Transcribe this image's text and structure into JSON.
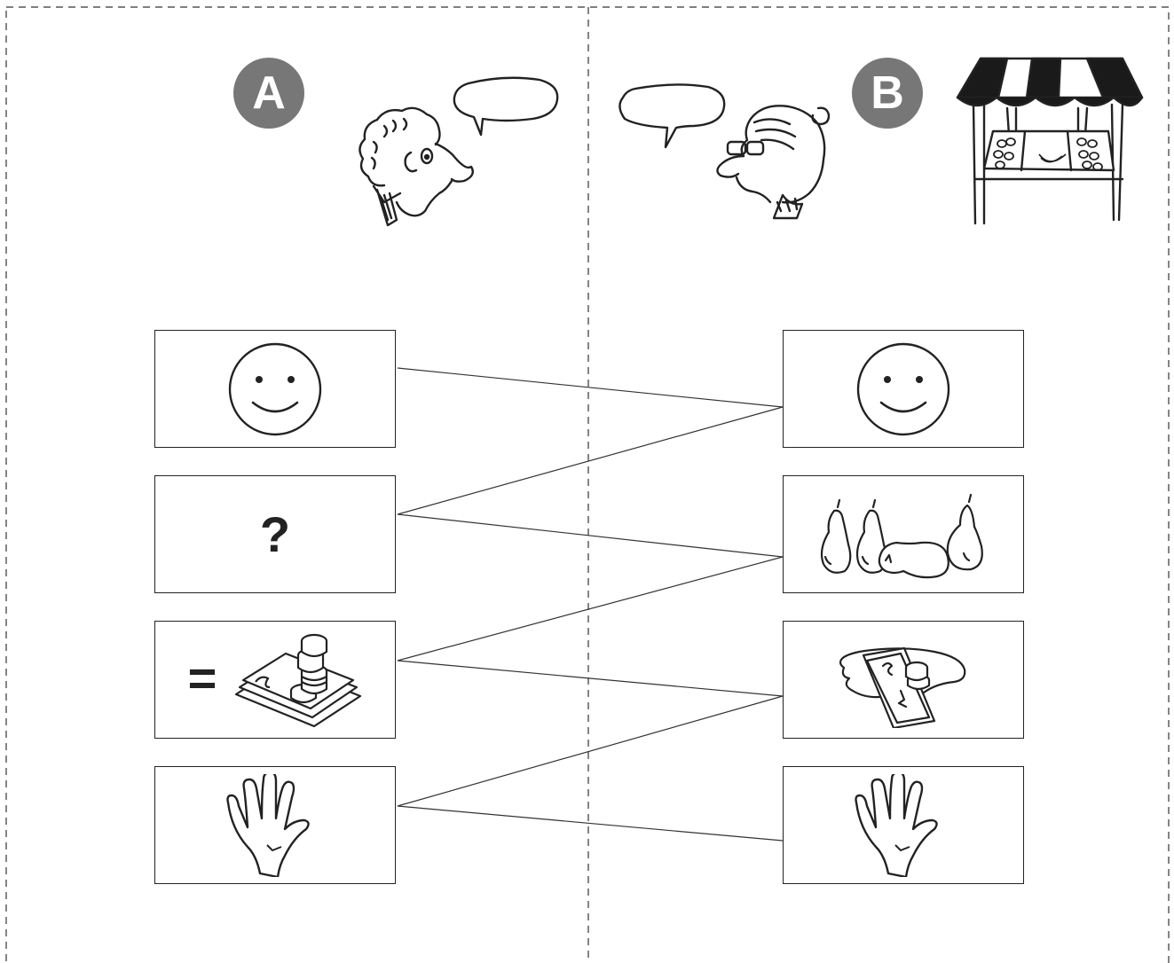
{
  "badges": {
    "a": "A",
    "b": "B"
  },
  "column_a": {
    "cards": [
      {
        "icon": "smiley-icon"
      },
      {
        "icon": "question-mark",
        "text": "?"
      },
      {
        "icon": "money-icon",
        "text": "="
      },
      {
        "icon": "hand-icon"
      }
    ]
  },
  "column_b": {
    "cards": [
      {
        "icon": "smiley-icon"
      },
      {
        "icon": "pears-icon"
      },
      {
        "icon": "payment-hand-icon"
      },
      {
        "icon": "hand-icon"
      }
    ]
  },
  "illustrations": [
    "customer-icon",
    "speech-bubble-icon",
    "vendor-icon",
    "market-stall-icon"
  ],
  "colors": {
    "badge": "#777777",
    "ink": "#222222",
    "background": "#ffffff"
  }
}
